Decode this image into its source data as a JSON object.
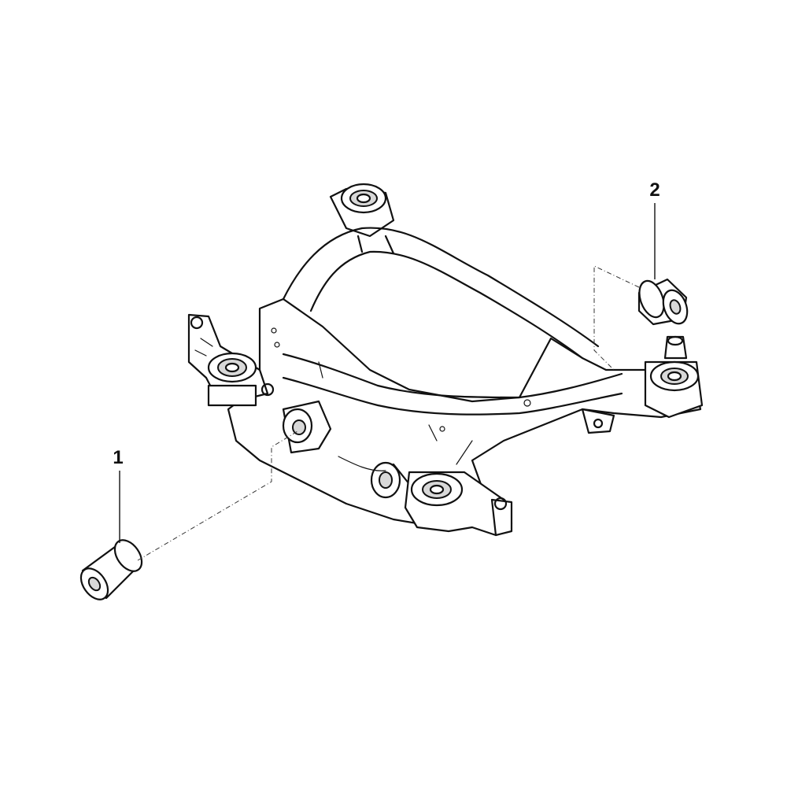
{
  "callouts": [
    {
      "label": "1",
      "part": "bushing"
    },
    {
      "label": "2",
      "part": "bushing"
    }
  ]
}
